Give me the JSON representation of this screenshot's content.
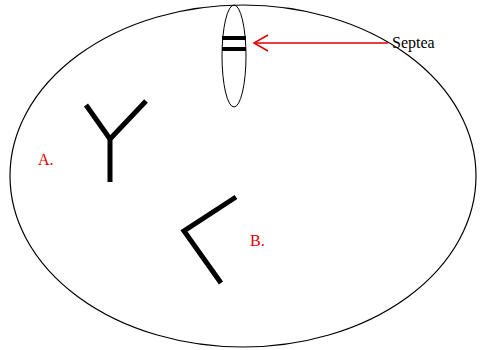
{
  "diagram": {
    "labels": [
      "Septea",
      "A.",
      "B."
    ]
  }
}
